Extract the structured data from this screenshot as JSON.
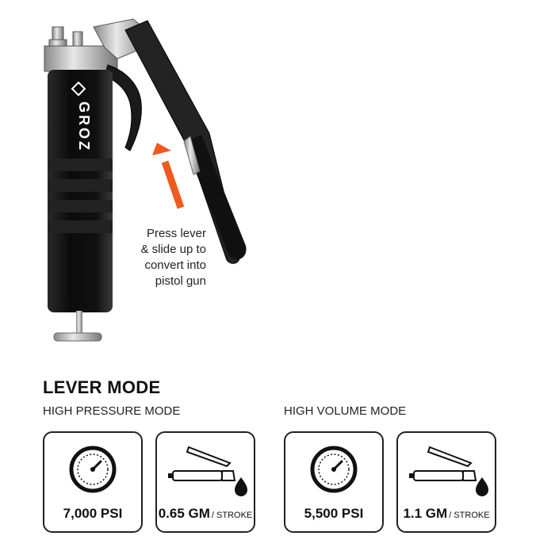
{
  "product": {
    "brand_logo_text": "GROZ",
    "callout_lines": [
      "Press  lever",
      "& slide up to",
      "convert into",
      "pistol gun"
    ],
    "arrow_color": "#f05a1e"
  },
  "lever_mode": {
    "title": "LEVER MODE",
    "high_pressure": {
      "label": "HIGH PRESSURE MODE",
      "pressure": "7,000 PSI",
      "volume": "0.65 GM",
      "volume_unit": "/ STROKE"
    },
    "high_volume": {
      "label": "HIGH VOLUME MODE",
      "pressure": "5,500 PSI",
      "volume": "1.1 GM",
      "volume_unit": "/ STROKE"
    }
  },
  "icons": {
    "pressure": "pressure-gauge-icon",
    "volume": "grease-gun-drop-icon"
  }
}
